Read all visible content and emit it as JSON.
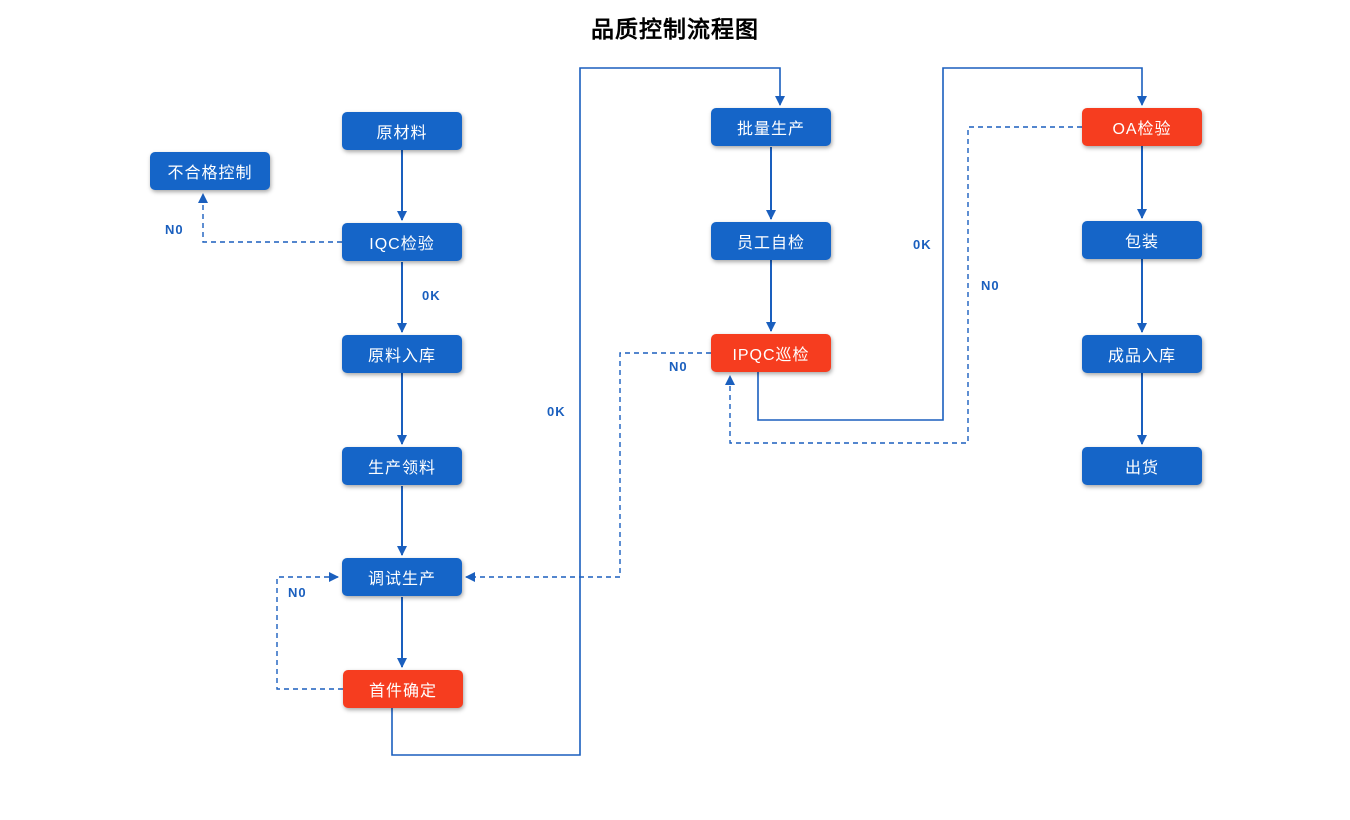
{
  "title": "品质控制流程图",
  "colors": {
    "node_blue": "#1565C8",
    "node_red": "#F63D1F",
    "line_blue": "#1A5FBE",
    "node_text": "#ffffff"
  },
  "nodes": {
    "raw_material": {
      "label": "原材料",
      "variant": "blue"
    },
    "nonconforming_control": {
      "label": "不合格控制",
      "variant": "blue"
    },
    "iqc_inspection": {
      "label": "IQC检验",
      "variant": "blue"
    },
    "raw_material_storage": {
      "label": "原料入库",
      "variant": "blue"
    },
    "production_picking": {
      "label": "生产领料",
      "variant": "blue"
    },
    "debug_production": {
      "label": "调试生产",
      "variant": "blue"
    },
    "first_article_confirm": {
      "label": "首件确定",
      "variant": "red"
    },
    "batch_production": {
      "label": "批量生产",
      "variant": "blue"
    },
    "employee_self_check": {
      "label": "员工自检",
      "variant": "blue"
    },
    "ipqc_inspection": {
      "label": "IPQC巡检",
      "variant": "red"
    },
    "oa_inspection": {
      "label": "OA检验",
      "variant": "red"
    },
    "packaging": {
      "label": "包装",
      "variant": "blue"
    },
    "finished_goods_storage": {
      "label": "成品入库",
      "variant": "blue"
    },
    "shipping": {
      "label": "出货",
      "variant": "blue"
    }
  },
  "edge_labels": {
    "iqc_reject": "N0",
    "iqc_pass": "0K",
    "first_article_pass": "0K",
    "first_article_reject": "N0",
    "ipqc_reject": "N0",
    "ipqc_pass": "0K",
    "oa_reject": "N0"
  }
}
